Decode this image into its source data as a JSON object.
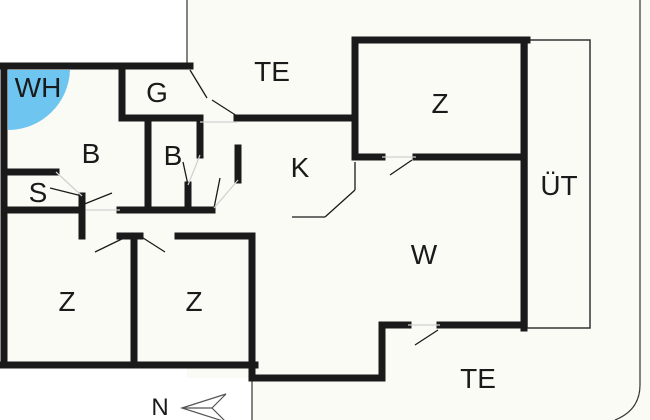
{
  "colors": {
    "wall": "#1a1a1a",
    "floor": "#fbfbf6",
    "outside": "#ffffff",
    "water_heater": "#6ec6f0",
    "door": "#cfcfcf"
  },
  "rooms": [
    {
      "id": "wh",
      "label": "WH"
    },
    {
      "id": "g",
      "label": "G"
    },
    {
      "id": "te-top",
      "label": "TE"
    },
    {
      "id": "z-top",
      "label": "Z"
    },
    {
      "id": "b-left",
      "label": "B"
    },
    {
      "id": "b-mid",
      "label": "B"
    },
    {
      "id": "k",
      "label": "K"
    },
    {
      "id": "ut",
      "label": "ÜT"
    },
    {
      "id": "s",
      "label": "S"
    },
    {
      "id": "w",
      "label": "W"
    },
    {
      "id": "z-left",
      "label": "Z"
    },
    {
      "id": "z-mid",
      "label": "Z"
    },
    {
      "id": "te-bottom",
      "label": "TE"
    }
  ],
  "compass": {
    "label": "N",
    "icon": "north-arrow-icon"
  }
}
